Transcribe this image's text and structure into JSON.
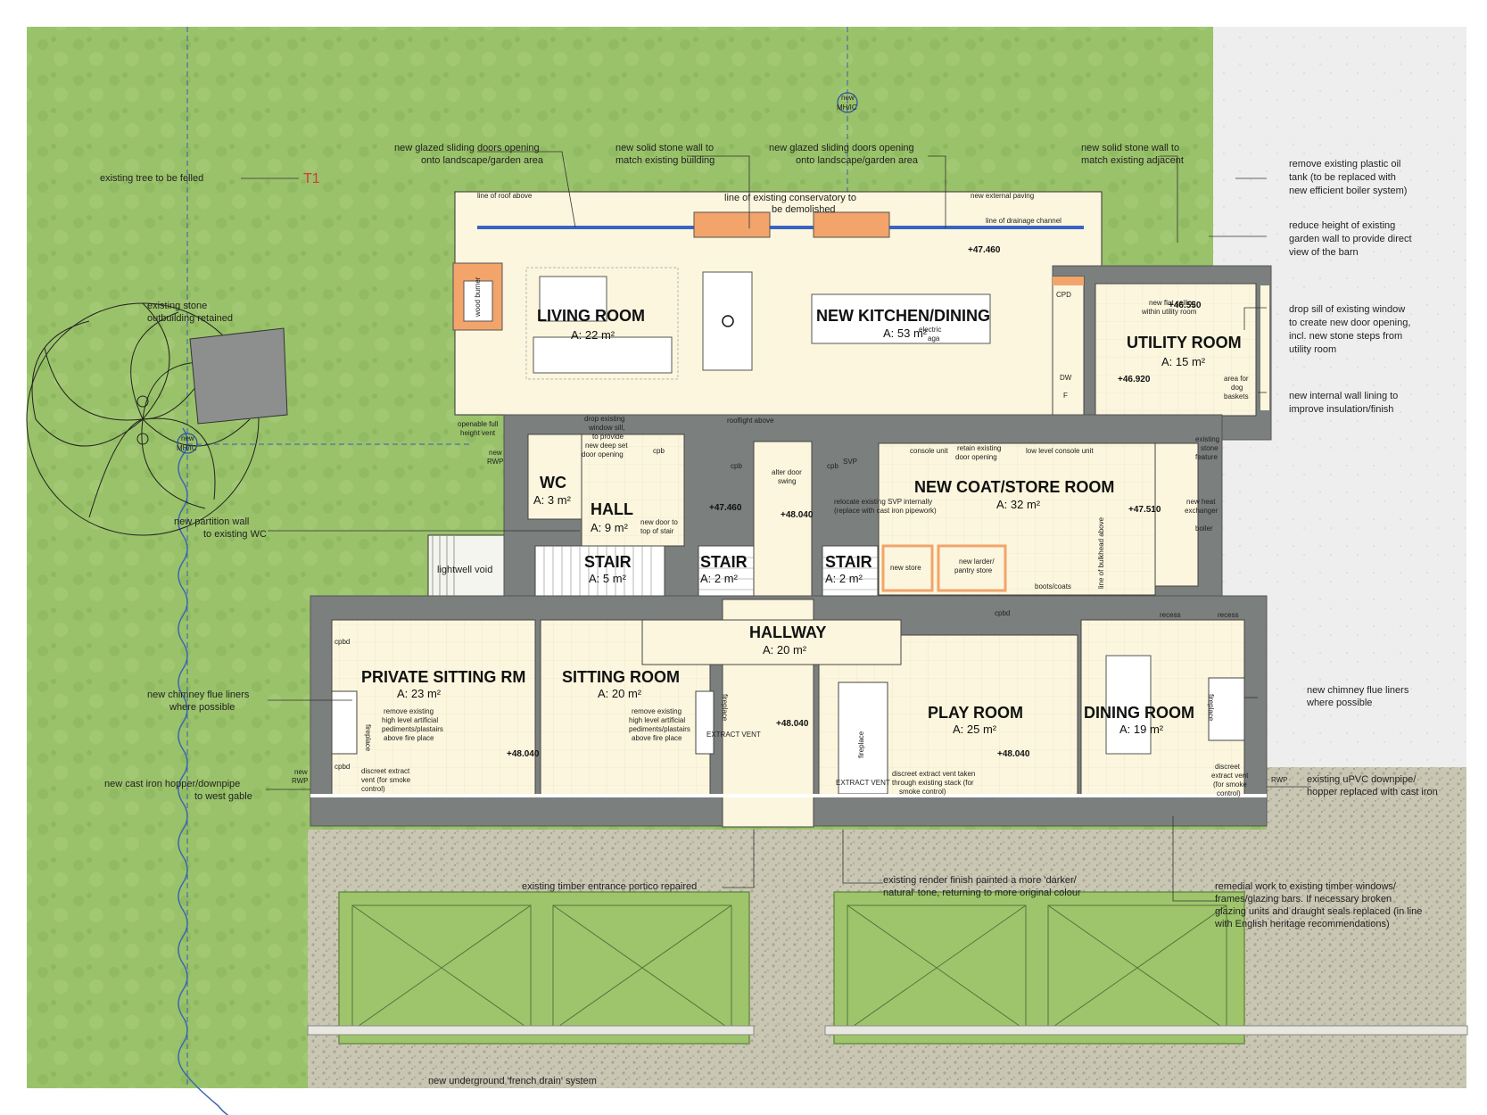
{
  "rooms": {
    "living": {
      "name": "LIVING ROOM",
      "area": "A: 22 m²"
    },
    "kitchen": {
      "name": "NEW KITCHEN/DINING",
      "area": "A: 53 m²"
    },
    "utility": {
      "name": "UTILITY ROOM",
      "area": "A: 15 m²"
    },
    "wc": {
      "name": "WC",
      "area": "A: 3 m²"
    },
    "hall": {
      "name": "HALL",
      "area": "A: 9 m²"
    },
    "coat": {
      "name": "NEW COAT/STORE ROOM",
      "area": "A: 32 m²"
    },
    "stair1": {
      "name": "STAIR",
      "area": "A: 5 m²"
    },
    "stair2": {
      "name": "STAIR",
      "area": "A: 2 m²"
    },
    "stair3": {
      "name": "STAIR",
      "area": "A: 2 m²"
    },
    "hallway": {
      "name": "HALLWAY",
      "area": "A: 20 m²"
    },
    "private": {
      "name": "PRIVATE SITTING RM",
      "area": "A: 23 m²"
    },
    "sitting": {
      "name": "SITTING ROOM",
      "area": "A: 20 m²"
    },
    "play": {
      "name": "PLAY ROOM",
      "area": "A: 25 m²"
    },
    "dining": {
      "name": "DINING ROOM",
      "area": "A: 19 m²"
    }
  },
  "levels": {
    "kitchen": "+47.460",
    "utility_a": "+46.550",
    "utility_b": "+46.920",
    "hall": "+47.460",
    "corridor": "+48.040",
    "coat": "+47.510",
    "hallway": "+48.040",
    "private": "+48.040",
    "play": "+48.040"
  },
  "notes": {
    "tree": "existing tree to be felled",
    "tree_tag": "T1",
    "outbuilding": [
      "existing stone",
      "outbuilding retained"
    ],
    "glazed_left": [
      "new glazed sliding doors opening",
      "onto landscape/garden area"
    ],
    "stone_wall_mid": [
      "new solid stone wall to",
      "match existing building"
    ],
    "glazed_right": [
      "new glazed sliding doors opening",
      "onto landscape/garden area"
    ],
    "stone_wall_right": [
      "new solid stone wall to",
      "match existing adjacent"
    ],
    "conservatory": [
      "line of existing conservatory to",
      "be demolished"
    ],
    "roof_above": "line of roof above",
    "paving": "new external paving",
    "drainage": "line of drainage channel",
    "mhic_top": [
      "new",
      "MH/IC"
    ],
    "mhic_left": [
      "new",
      "MH/IC"
    ],
    "oil_tank": [
      "remove existing plastic oil",
      "tank (to be replaced with",
      "new efficient boiler system)"
    ],
    "garden_wall": [
      "reduce height of existing",
      "garden wall to provide direct",
      "view of the barn"
    ],
    "drop_sill": [
      "drop sill of existing window",
      "to create new door opening,",
      "incl. new stone steps from",
      "utility room"
    ],
    "wall_lining": [
      "new internal wall lining to",
      "improve insulation/finish"
    ],
    "partition": [
      "new partition wall",
      "to existing WC"
    ],
    "lightwell": "lightwell void",
    "flue_left": [
      "new chimney flue liners",
      "where possible"
    ],
    "flue_right": [
      "new chimney flue liners",
      "where possible"
    ],
    "hopper_left": [
      "new cast iron hopper/downpipe",
      "to west gable"
    ],
    "upvc": [
      "existing uPVC downpipe/",
      "hopper replaced with cast iron"
    ],
    "portico": "existing timber entrance portico repaired",
    "render": [
      "existing render finish painted a more 'darker/",
      "natural' tone, returning to more original colour"
    ],
    "windows": [
      "remedial work to existing timber windows/",
      "frames/glazing bars. If necessary broken",
      "glazing units and draught seals replaced (in line",
      "with English heritage recommendations)"
    ],
    "french_drain": "new underground 'french drain' system",
    "flat_ceiling": [
      "new flat ceiling",
      "within utility room"
    ],
    "dog_baskets": [
      "area for",
      "dog",
      "baskets"
    ],
    "drop_window": [
      "drop existing",
      "window sill,",
      "to provide",
      "new deep set",
      "door opening"
    ],
    "openable": [
      "openable full",
      "height vent"
    ],
    "rwp_left": [
      "new",
      "RWP"
    ],
    "rooflight": "rooflight above",
    "alter_door": [
      "alter door",
      "swing"
    ],
    "retain_door": [
      "retain existing",
      "door opening"
    ],
    "console": "console unit",
    "low_console": "low level console unit",
    "stone_feature": [
      "existing",
      "stone",
      "feature"
    ],
    "svp": [
      "relocate existing SVP internally",
      "(replace with cast iron pipework)"
    ],
    "heat_exchanger": [
      "new heat",
      "exchanger"
    ],
    "boiler": "boiler",
    "new_door_stair": [
      "new door to",
      "top of stair"
    ],
    "new_store": "new store",
    "larder": [
      "new larder/",
      "pantry store"
    ],
    "boots": "boots/coats",
    "bulkhead": "line of bulkhead above",
    "recess_a": "recess",
    "recess_b": "recess",
    "cpbd": "cpbd",
    "cpb": "cpb",
    "cpd": "CPD",
    "dw": "DW",
    "f": "F",
    "svp_tag": "SVP",
    "electric_aga": [
      "electric",
      "aga"
    ],
    "wood_burner": "wood burner",
    "fireplace": "fireplace",
    "pediments_left": [
      "remove existing",
      "high level artificial",
      "pediments/plastairs",
      "above fire place"
    ],
    "pediments_right": [
      "remove existing",
      "high level artificial",
      "pediments/plastairs",
      "above fire place"
    ],
    "extract_left": [
      "discreet extract",
      "vent (for smoke",
      "control)"
    ],
    "extract_vent": "EXTRACT VENT",
    "extract_play": [
      "discreet extract vent taken",
      "through existing stack (for",
      "smoke control)"
    ],
    "extract_dining": [
      "discreet",
      "extract vent",
      "(for smoke",
      "control)"
    ],
    "rwp_right": "RWP",
    "rwp_west": [
      "new",
      "RWP"
    ]
  }
}
